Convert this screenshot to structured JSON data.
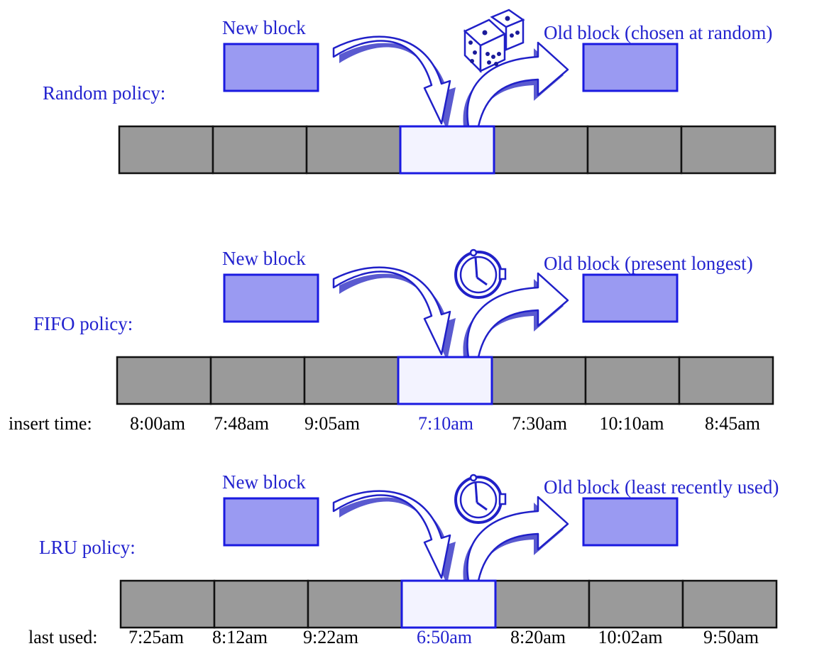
{
  "colors": {
    "accent": "#2323cf",
    "cell_fill": "#9a9a9a",
    "cell_highlight_fill": "#f3f3ff",
    "block_fill": "#9a9af2",
    "block_stroke": "#1a1ae0"
  },
  "panels": [
    {
      "policy_label": "Random policy:",
      "new_label": "New block",
      "old_label": "Old block (chosen at random)",
      "icon": "dice-icon",
      "row_label": "",
      "times": [],
      "highlight_index": 3,
      "cell_count": 7
    },
    {
      "policy_label": "FIFO policy:",
      "new_label": "New block",
      "old_label": "Old block (present longest)",
      "icon": "stopwatch-icon",
      "row_label": "insert time:",
      "times": [
        "8:00am",
        "7:48am",
        "9:05am",
        "7:10am",
        "7:30am",
        "10:10am",
        "8:45am"
      ],
      "highlight_index": 3,
      "cell_count": 7
    },
    {
      "policy_label": "LRU policy:",
      "new_label": "New block",
      "old_label": "Old block (least recently used)",
      "icon": "stopwatch-icon",
      "row_label": "last used:",
      "times": [
        "7:25am",
        "8:12am",
        "9:22am",
        "6:50am",
        "8:20am",
        "10:02am",
        "9:50am"
      ],
      "highlight_index": 3,
      "cell_count": 7
    }
  ]
}
